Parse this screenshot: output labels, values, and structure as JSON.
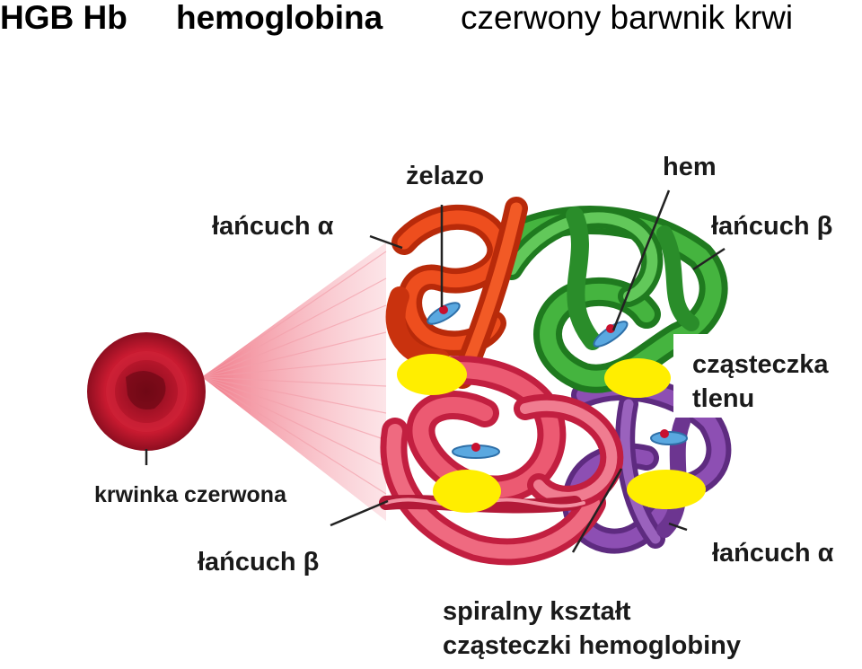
{
  "title": {
    "abbr": "HGB Hb",
    "name": "hemoglobina",
    "desc": "czerwony barwnik krwi"
  },
  "labels": {
    "iron": "żelazo",
    "heme": "hem",
    "alpha_chain_top": "łańcuch α",
    "beta_chain_top": "łańcuch β",
    "oxygen_line1": "cząsteczka",
    "oxygen_line2": "tlenu",
    "red_cell": "krwinka czerwona",
    "beta_chain_bottom": "łańcuch β",
    "alpha_chain_bottom": "łańcuch α",
    "shape_line1": "spiralny kształt",
    "shape_line2": "cząsteczki hemoglobiny"
  },
  "colors": {
    "alpha_chain": "#e8431a",
    "beta_chain_green": "#3aa636",
    "beta_chain_pink": "#e8405e",
    "alpha_chain_purple": "#7a3c9c",
    "red_cell": "#b8142a",
    "oxygen": "#ffee00",
    "heme_group": "#5aa8e0"
  }
}
